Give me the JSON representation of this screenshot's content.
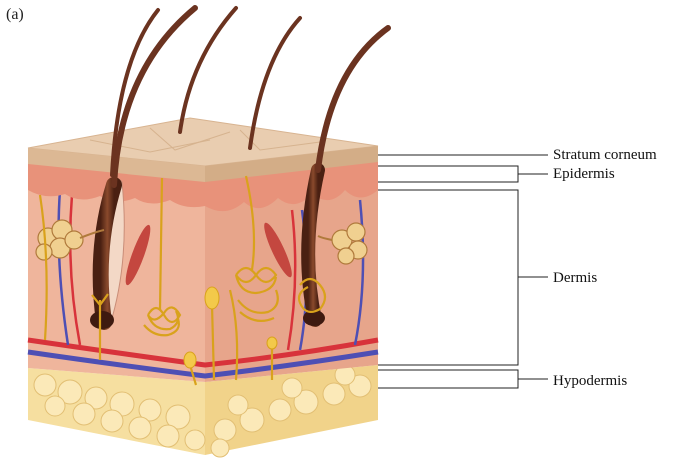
{
  "figure": {
    "panel_label": "(a)",
    "labels": {
      "stratum_corneum": "Stratum corneum",
      "epidermis": "Epidermis",
      "dermis": "Dermis",
      "hypodermis": "Hypodermis"
    },
    "colors": {
      "surface": "#e9cdb0",
      "stratum": "#dcb894",
      "epidermis": "#e8927a",
      "dermis": "#efb59c",
      "hypodermis_fat": "#f6dfa0",
      "hair": "#6b3320",
      "nerve": "#d9a21c",
      "artery": "#d8333b",
      "vein": "#4e4fb4",
      "line": "#222222"
    }
  }
}
